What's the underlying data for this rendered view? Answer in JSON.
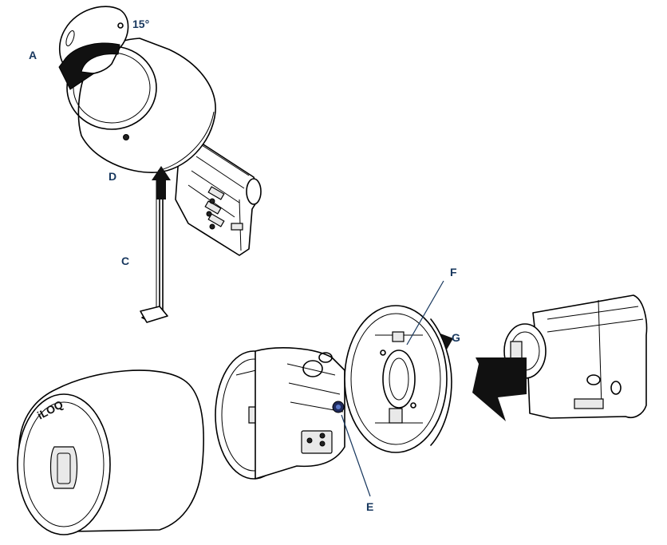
{
  "diagram": {
    "callouts": {
      "a": "A",
      "c": "C",
      "d": "D",
      "e": "E",
      "f": "F",
      "g": "G"
    },
    "angle_label": "15°",
    "logo_text": "iLOQ"
  }
}
